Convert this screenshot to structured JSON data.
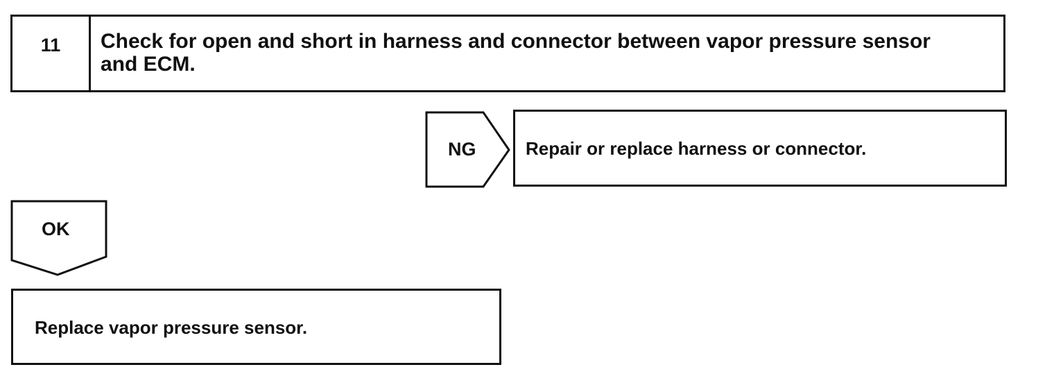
{
  "step": {
    "number": "11",
    "title": "Check for open and short in harness and connector between vapor pressure sensor and ECM."
  },
  "ng": {
    "label": "NG",
    "action": "Repair or replace harness or connector."
  },
  "ok": {
    "label": "OK",
    "action": "Replace vapor pressure sensor."
  }
}
